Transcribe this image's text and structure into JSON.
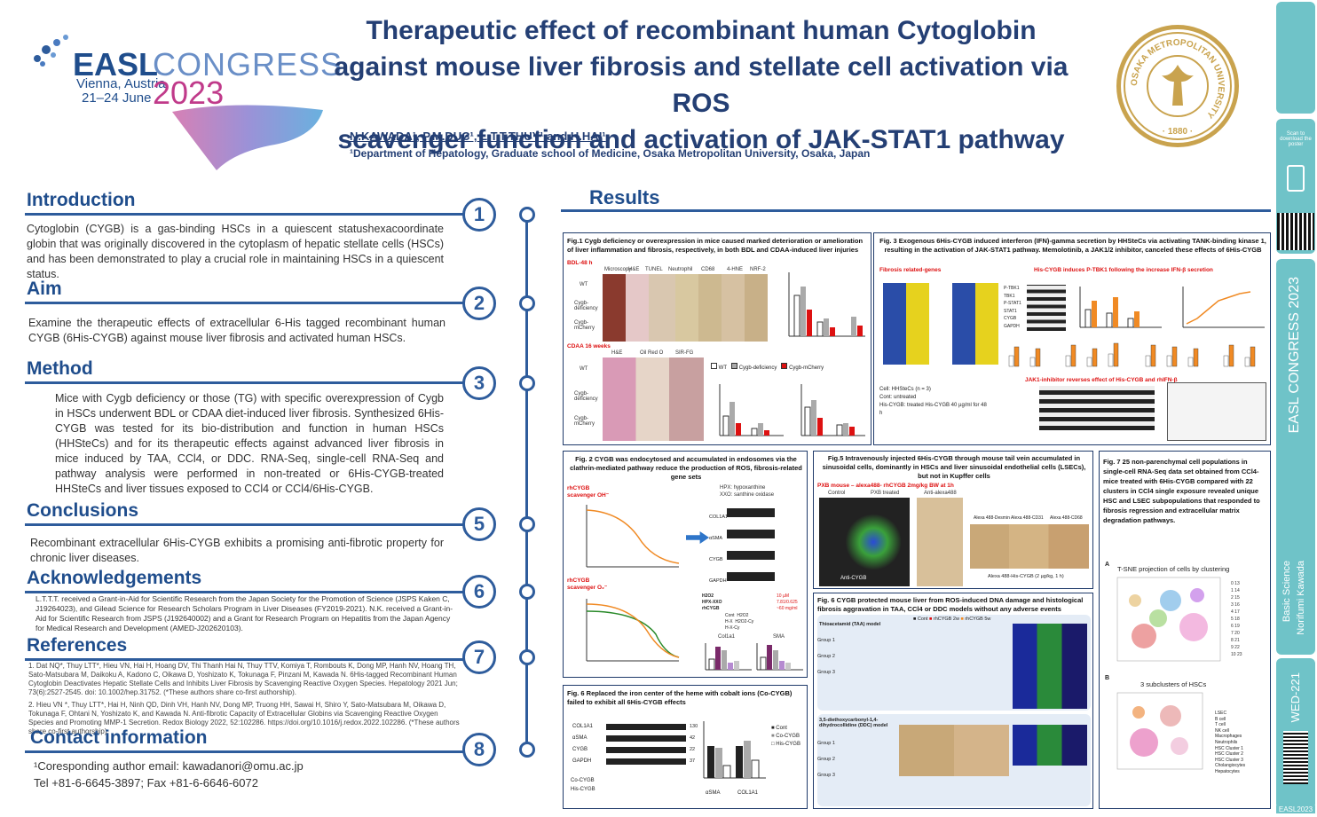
{
  "header": {
    "congress_brand": "EASL",
    "congress_word": "CONGRESS",
    "congress_place": "Vienna, Austria",
    "congress_dates": "21–24 June",
    "congress_year": "2023",
    "title_line1": "Therapeutic effect of recombinant human Cytoglobin",
    "title_line2": "against mouse liver fibrosis and stellate cell activation via ROS",
    "title_line3": "scavenger function and activation of JAK-STAT1 pathway",
    "authors": "N.KAWADA¹, P.M.DUC¹, L.T.T.THUY¹ and H.HAI¹",
    "affiliation": "¹Department of Hepatology, Graduate school of Medicine, Osaka Metropolitan University, Osaka, Japan",
    "seal_text": "OSAKA METROPOLITAN UNIVERSITY",
    "seal_year": "· 1880 ·"
  },
  "sidebar": {
    "scan_text": "Scan to download the poster",
    "congress": "EASL CONGRESS 2023",
    "category": "Basic Science",
    "presenter": "Norifumi Kawada",
    "code": "WED-221",
    "footer": "EASL2023"
  },
  "sections": {
    "intro_title": "Introduction",
    "intro_text": "Cytoglobin (CYGB) is a gas-binding HSCs in a quiescent statushexacoordinate globin that was originally discovered in the cytoplasm of hepatic stellate cells (HSCs) and has been demonstrated to play a crucial role in maintaining HSCs in a quiescent status.",
    "aim_title": "Aim",
    "aim_text": "Examine the therapeutic effects of extracellular 6-His tagged recombinant human CYGB (6His-CYGB) against mouse liver fibrosis and activated human HSCs.",
    "method_title": "Method",
    "method_text": "Mice with Cygb deficiency or those (TG) with specific overexpression of Cygb in HSCs underwent BDL or CDAA diet-induced liver fibrosis. Synthesized 6His-CYGB was tested for its bio-distribution and function in human HSCs (HHSteCs) and for its therapeutic effects against advanced liver fibrosis in mice induced by TAA, CCl4, or DDC. RNA-Seq, single-cell RNA-Seq and pathway analysis were performed in non-treated or 6His-CYGB-treated HHSteCs and liver tissues exposed to CCl4 or CCl4/6His-CYGB.",
    "concl_title": "Conclusions",
    "concl_text": "Recombinant extracellular 6His-CYGB exhibits a promising anti-fibrotic property for chronic liver diseases.",
    "ack_title": "Acknowledgements",
    "ack_text": "L.T.T.T. received a Grant-in-Aid for Scientific Research from the Japan Society for the Promotion of Science (JSPS Kaken C, J19264023), and Gilead Science for Research Scholars Program in Liver Diseases (FY2019-2021). N.K. received a Grant-in-Aid for Scientific Research from JSPS (J192640002) and a Grant for Research Program on Hepatitis from the Japan Agency for Medical Research and Development (AMED-J202620103).",
    "ref_title": "References",
    "ref1": "1.    Dat NQ*, Thuy LTT*, Hieu VN, Hai H, Hoang DV, Thi Thanh Hai N, Thuy TTV, Komiya T, Rombouts K, Dong MP, Hanh NV, Hoang TH, Sato-Matsubara M, Daikoku A, Kadono C, Oikawa D, Yoshizato K, Tokunaga F, Pinzani M, Kawada N. 6His-tagged Recombinant Human Cytoglobin Deactivates Hepatic Stellate Cells and Inhibits Liver Fibrosis by Scavenging Reactive Oxygen Species. Hepatology 2021 Jun; 73(6):2527-2545. doi: 10.1002/hep.31752. (*These authors share co-first authorship).",
    "ref2": "2.    Hieu VN *, Thuy LTT*, Hai H, Ninh QD, Dinh VH, Hanh NV, Dong MP, Truong HH, Sawai H, Shiro Y, Sato-Matsubara M, Oikawa D, Tokunaga F, Ohtani N, Yoshizato K, and Kawada N. Anti-fibrotic Capacity of Extracellular Globins via Scavenging Reactive Oxygen Species and Promoting MMP-1 Secretion. Redox Biology 2022, 52:102286. https://doi.org/10.1016/j.redox.2022.102286. (*These authors share co-first authorship).",
    "contact_title": "Contact information",
    "contact_email": "¹Coresponding author email: kawadanori@omu.ac.jp",
    "contact_tel": "Tel +81-6-6645-3897; Fax +81-6-6646-6072"
  },
  "numbers": [
    "1",
    "2",
    "3",
    "5",
    "6",
    "7",
    "8"
  ],
  "results": {
    "title": "Results",
    "fig1_caption": "Fig.1 Cygb deficiency or overexpression in mice caused marked deterioration or amelioration of liver inflammation and fibrosis, respectively, in both BDL and CDAA-induced liver injuries",
    "fig1_bdl": "BDL-48 h",
    "fig1_cdaa": "CDAA 16 weeks",
    "fig1_cols": [
      "Microscopy",
      "H&E",
      "TUNEL",
      "Neutrophil",
      "CD68",
      "4-HNE",
      "NRF-2"
    ],
    "fig1_rows": [
      "WT",
      "Cygb-deficiency",
      "Cygb-mCherry"
    ],
    "fig1_cdaa_cols": [
      "H&E",
      "Oil Red O",
      "SIR-FG"
    ],
    "fig1_legend": [
      "WT",
      "Cygb-deficiency",
      "Cygb-mCherry"
    ],
    "fig3_caption": "Fig. 3 Exogenous 6His-CYGB induced interferon (IFN)-gamma secretion by HHSteCs via activating TANK-binding kinase 1, resulting in the activation of JAK-STAT1 pathway. Memolotinib, a JAK1/2 inhibitor, canceled these effects of 6His-CYGB",
    "fig3_fibrosis": "Fibrosis related-genes",
    "fig3_ptbk": "His-CYGB induces P-TBK1 following the increase IFN-β secretion",
    "fig3_jak": "JAK1-inhibitor reverses effect of His-CYGB and rhIFN-β",
    "fig3_notes": [
      "Cell: HHSteCs (n = 3)",
      "Cont: untreated",
      "His-CYGB: treated His-CYGB 40 µg/ml for 48 h"
    ],
    "fig3_blot": [
      "P-TBK1",
      "TBK1",
      "P-STAT1",
      "STAT1",
      "CYGB",
      "GAPDH"
    ],
    "fig2_caption": "Fig. 2 CYGB was endocytosed and accumulated in endosomes via the clathrin-mediated pathway reduce the production of ROS, fibrosis-related gene sets",
    "fig2_oh": "rhCYGB scavenger OH⁻",
    "fig2_o2": "rhCYGB scavenger O₂⁻",
    "fig2_hpx": "HPX: hypoxanthine",
    "fig2_xxo": "XXO: santhine oxidase",
    "fig2_blot": [
      "COL1A1",
      "αSMA",
      "CYGB",
      "GAPDH"
    ],
    "fig2_rows": [
      "H2O2",
      "HPX-XXO",
      "rhCYGB"
    ],
    "fig2_conc": [
      "10 µM",
      "7.81/0.625",
      "~60 mg/ml"
    ],
    "fig2_legend": [
      "Cont",
      "H2O2",
      "H-X",
      "H2O2-Cy",
      "H-X-Cy"
    ],
    "fig2_charts": [
      "Col1a1",
      "SMA"
    ],
    "fig5_caption": "Fig.5  Intravenously injected 6His-CYGB through mouse tail vein accumulated in sinusoidal cells, dominantly in HSCs and liver sinusoidal endothelial cells (LSECs), but not in Kupffer cells",
    "fig5_sub": "PXB mouse – alexa488- rhCYGB 2mg/kg BW at 1h",
    "fig5_labels": [
      "Control",
      "PXB treated",
      "Anti-alexa488",
      "Anti-CYGB",
      "Alexa 488-Desmin",
      "Alexa 488-CD31",
      "Alexa 488-CD68"
    ],
    "fig5_bottom": "Alexa 488-His-CYGB (2 µg/kg, 1 h)",
    "fig7_caption": "Fig. 7 25 non-parenchymal cell populations in single-cell RNA-Seq data set obtained from CCl4-mice treated with 6His-CYGB compared with 22 clusters in CCl4 single exposure revealed unique HSC and LSEC subpopulations that responded to fibrosis regression and extracellular matrix degradation pathways.",
    "fig7_a": "T-SNE projection of cells by clustering",
    "fig7_b": "3 subclusters of HSCs",
    "fig7_legend_b": [
      "LSEC",
      "B cell",
      "T cell",
      "NK cell",
      "Macrophages",
      "Neutrophils",
      "HSC Cluster 1",
      "HSC Cluster 2",
      "HSC Cluster 3",
      "Cholangiocytes",
      "Hepatocytes"
    ],
    "fig6a_caption": "Fig. 6 Replaced the iron center of the heme with cobalt ions (Co-CYGB) failed to exhibit all 6His-CYGB effects",
    "fig6a_blot": [
      "COL1A1",
      "αSMA",
      "CYGB",
      "GAPDH"
    ],
    "fig6a_kda": [
      "130",
      "42",
      "22",
      "37"
    ],
    "fig6a_rows": [
      "Co-CYGB",
      "His-CYGB"
    ],
    "fig6a_legend": [
      "Cont",
      "Co-CYGB",
      "His-CYGB"
    ],
    "fig6a_xlabels": [
      "αSMA",
      "COL1A1"
    ],
    "fig6b_caption": "Fig. 6 CYGB protected mouse liver from ROS-induced DNA damage and histological fibrosis aggravation in TAA, CCl4 or DDC models without any adverse events",
    "fig6b_taa": "Thioacetamid (TAA) model",
    "fig6b_ddc": "3,5-diethoxycarbonyl-1,4-dihydrocollidine (DDC)  model",
    "fig6b_groups": [
      "Group 1",
      "Group 2",
      "Group 3"
    ],
    "fig6b_legend": [
      "Cont",
      "rhCYGB 2w",
      "rhCYGB 5w"
    ]
  },
  "colors": {
    "navy": "#243f74",
    "blue": "#2e5c9c",
    "teal": "#6fc3c8",
    "gold": "#c9a34e",
    "red": "#d11"
  }
}
